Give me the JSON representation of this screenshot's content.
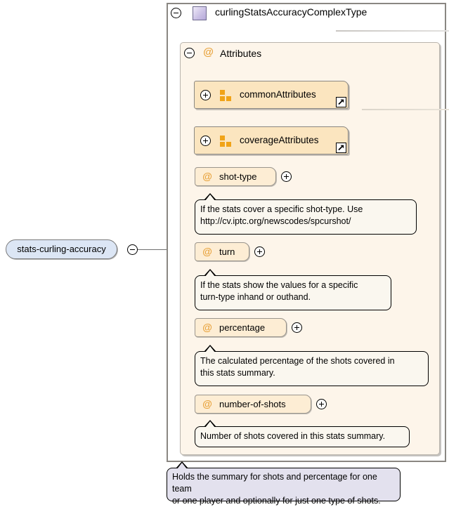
{
  "diagram": {
    "root_element": {
      "label": "stats-curling-accuracy",
      "toggle_icon": "minus-circle-icon"
    },
    "complex_type": {
      "title": "curlingStatsAccuracyComplexType",
      "toggle_icon": "minus-circle-icon",
      "type_icon": "complex-type-icon",
      "documentation": "Holds the summary for shots and percentage for one team\nor one player and optionally for just one type of shots."
    },
    "attributes_compartment": {
      "title": "Attributes",
      "at_symbol": "@",
      "toggle_icon": "minus-circle-icon"
    },
    "attribute_groups": [
      {
        "label": "commonAttributes",
        "toggle_icon": "plus-circle-icon",
        "group_icon": "attribute-group-icon",
        "link_icon": "external-link-arrow-icon"
      },
      {
        "label": "coverageAttributes",
        "toggle_icon": "plus-circle-icon",
        "group_icon": "attribute-group-icon",
        "link_icon": "external-link-arrow-icon"
      }
    ],
    "attributes": [
      {
        "name": "shot-type",
        "at_symbol": "@",
        "expand_icon": "plus-circle-icon",
        "documentation": "If the stats cover a specific shot-type. Use\nhttp://cv.iptc.org/newscodes/spcurshot/"
      },
      {
        "name": "turn",
        "at_symbol": "@",
        "expand_icon": "plus-circle-icon",
        "documentation": "If the stats show the values for a specific\nturn-type inhand or outhand."
      },
      {
        "name": "percentage",
        "at_symbol": "@",
        "expand_icon": "plus-circle-icon",
        "documentation": "The calculated percentage of the shots covered in\nthis stats summary."
      },
      {
        "name": "number-of-shots",
        "at_symbol": "@",
        "expand_icon": "plus-circle-icon",
        "documentation": "Number of shots covered in this stats summary."
      }
    ],
    "colors": {
      "element_fill": "#dce6f5",
      "attributes_fill": "#fdf5ea",
      "attribute_group_fill": "#fbe5bf",
      "attribute_fill": "#fdedd4",
      "at_symbol_color": "#e8a33d",
      "group_icon_color": "#f0a318",
      "balloon_fill": "#faf7ef",
      "type_balloon_fill": "#e3e1ee",
      "border": "#8a8782"
    }
  }
}
